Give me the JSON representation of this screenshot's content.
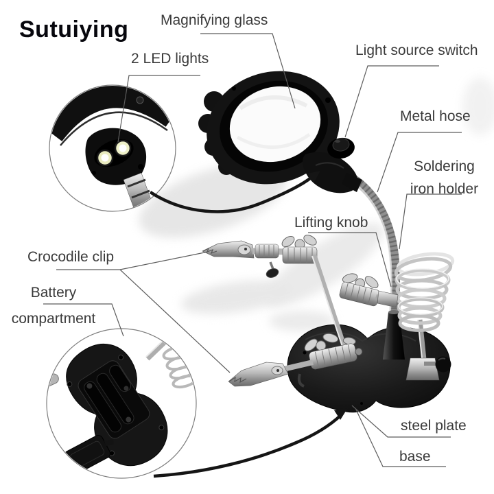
{
  "brand": "Sutuiying",
  "labels": {
    "magnifying_glass": "Magnifying glass",
    "led_lights": "2 LED lights",
    "light_source_switch": "Light source switch",
    "metal_hose": "Metal hose",
    "soldering_line1": "Soldering",
    "soldering_line2": "iron holder",
    "lifting_knob": "Lifting knob",
    "crocodile_clip": "Crocodile clip",
    "battery_line1": "Battery",
    "battery_line2": "compartment",
    "steel_plate": "steel plate",
    "base": "base"
  },
  "colors": {
    "background": "#ffffff",
    "brand_text": "#07070d",
    "label_text": "#3a3a3a",
    "leader_line": "#5c5c5c",
    "arrow_black": "#151515",
    "product_black": "#141414",
    "chrome": "#b5b5b5",
    "led_glow": "#eef0c8"
  }
}
